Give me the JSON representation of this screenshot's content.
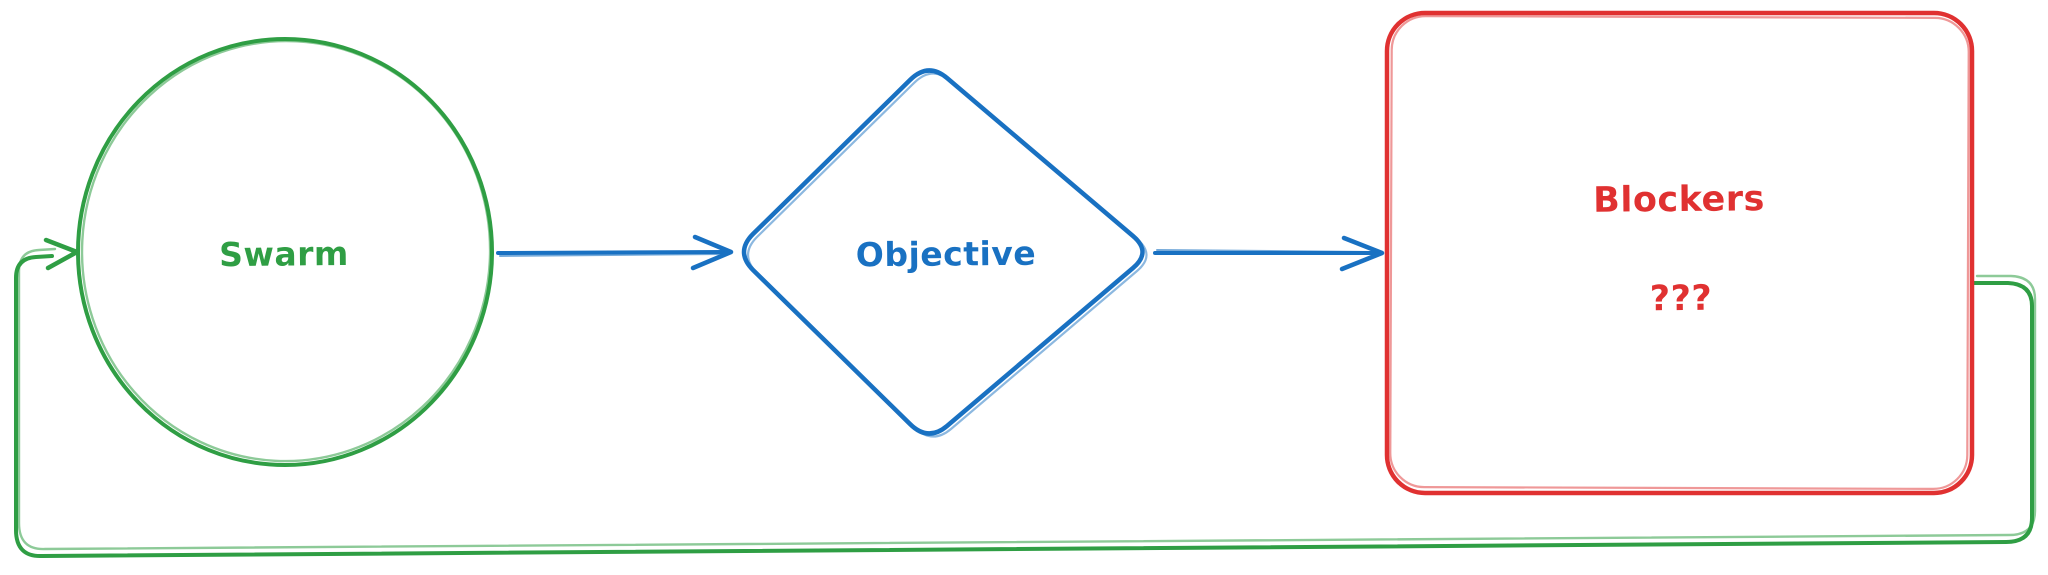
{
  "diagram": {
    "title": "swarm-objective-blockers-loop",
    "background_color": "#ffffff",
    "nodes": {
      "swarm": {
        "label": "Swarm",
        "shape": "ellipse",
        "fill": "#b2f2bb",
        "stroke": "#2f9e44",
        "text_color": "#2f9e44"
      },
      "objective": {
        "label": "Objective",
        "shape": "diamond",
        "fill": "#a5d8ff",
        "stroke": "#1971c2",
        "text_color": "#1971c2"
      },
      "blockers": {
        "label": "Blockers",
        "sublabel": "???",
        "shape": "rounded-rectangle",
        "fill": "#ffc9c9",
        "stroke": "#e03131",
        "text_color": "#e03131"
      }
    },
    "edges": {
      "swarm_to_objective": {
        "from": "swarm",
        "to": "objective",
        "color": "#1971c2",
        "style": "straight-arrow"
      },
      "objective_to_blockers": {
        "from": "objective",
        "to": "blockers",
        "color": "#1971c2",
        "style": "straight-arrow"
      },
      "blockers_to_swarm": {
        "from": "blockers",
        "to": "swarm",
        "color": "#2f9e44",
        "style": "orthogonal-feedback-loop"
      }
    }
  }
}
